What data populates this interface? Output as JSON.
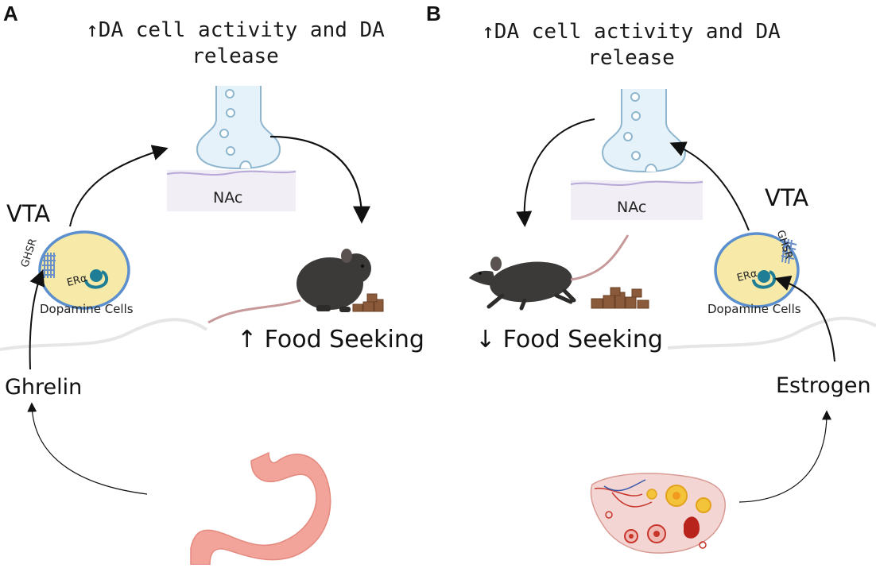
{
  "panels": {
    "a": {
      "letter": "A",
      "header_line1": "↑DA cell activity and DA",
      "header_line2": "release",
      "target_label": "NAc",
      "region_label": "VTA",
      "receptor_label": "GHSR",
      "er_label": "ERα",
      "cell_label": "Dopamine Cells",
      "hormone_label": "Ghrelin",
      "behavior_label": "↑ Food Seeking",
      "organ_icon": "stomach-icon",
      "animal_icon": "eating-mouse-icon"
    },
    "b": {
      "letter": "B",
      "header_line1": "↑DA cell activity and DA",
      "header_line2": "release",
      "target_label": "NAc",
      "region_label": "VTA",
      "receptor_label": "GHSR",
      "er_label": "ERα",
      "cell_label": "Dopamine Cells",
      "hormone_label": "Estrogen",
      "behavior_label": "↓ Food Seeking",
      "organ_icon": "ovary-icon",
      "animal_icon": "walking-mouse-icon"
    }
  },
  "colors": {
    "synapse_fill": "#e6f2f9",
    "synapse_stroke": "#8fb6cf",
    "nac_fill": "#f1eff5",
    "nac_line": "#b7a8d8",
    "cell_fill": "#f7eaa8",
    "cell_stroke": "#5b8fce",
    "er_color": "#1f7d95",
    "stomach_fill": "#f2a39a",
    "mouse_fill": "#3c3a39",
    "pellet_fill": "#8a5a3a"
  }
}
